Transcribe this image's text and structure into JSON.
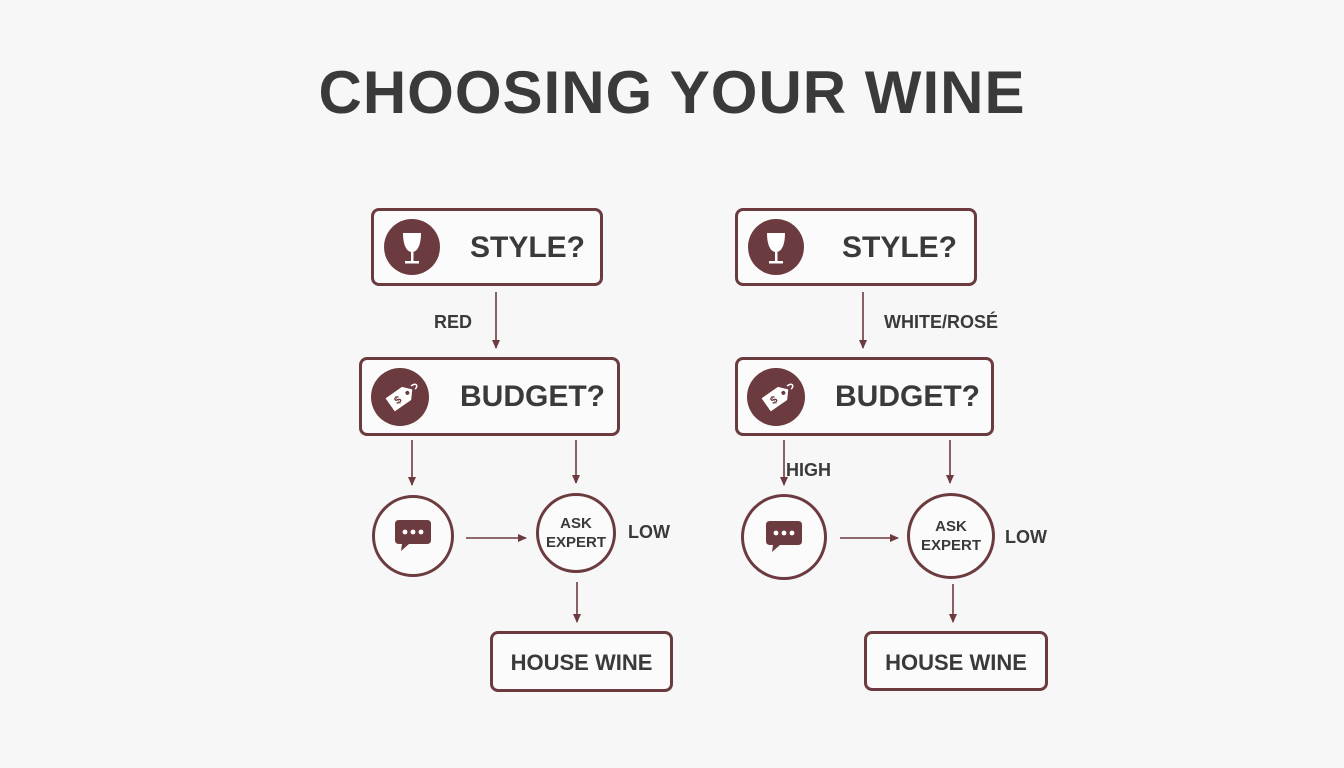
{
  "title": "CHOOSING YOUR WINE",
  "colors": {
    "accent": "#6b3b3f",
    "text": "#3a3a3a",
    "background": "#f7f7f7"
  },
  "left": {
    "style_label": "STYLE?",
    "style_icon": "wine-glass-icon",
    "branch_label": "RED",
    "budget_label": "BUDGET?",
    "budget_icon": "price-tag-icon",
    "chat_icon": "chat-bubble-icon",
    "ask_line1": "ASK",
    "ask_line2": "EXPERT",
    "low_label": "LOW",
    "result_label": "HOUSE WINE"
  },
  "right": {
    "style_label": "STYLE?",
    "style_icon": "wine-glass-icon",
    "branch_label": "WHITE/ROSÉ",
    "budget_label": "BUDGET?",
    "budget_icon": "price-tag-icon",
    "high_label": "HIGH",
    "chat_icon": "chat-bubble-icon",
    "ask_line1": "ASK",
    "ask_line2": "EXPERT",
    "low_label": "LOW",
    "result_label": "HOUSE WINE"
  }
}
